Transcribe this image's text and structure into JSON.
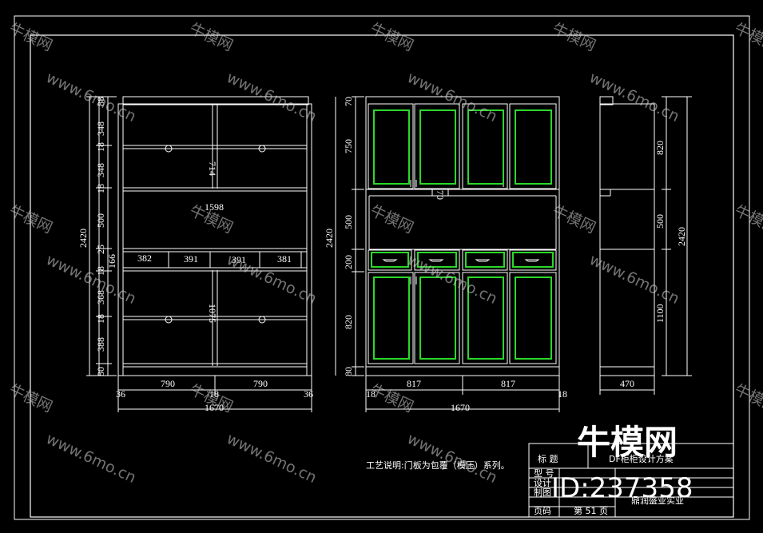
{
  "left_view": {
    "h_dims": {
      "total_height": "2420",
      "top": "88",
      "seg1": "348",
      "gap1": "18",
      "seg2": "348",
      "gap2": "18",
      "seg3": "500",
      "gap3": "25",
      "seg4": "166",
      "gap4": "18",
      "seg5": "368",
      "gap5": "18",
      "seg6": "388",
      "bottom": "80"
    },
    "inner_labels": {
      "upper_height": "714",
      "open_width": "1598",
      "lower_height": "1075",
      "drawer1": "382",
      "drawer2": "391",
      "drawer3": "391",
      "drawer4": "381"
    },
    "w_dims": {
      "side_left": "36",
      "bay_left": "790",
      "mid": "18",
      "bay_right": "790",
      "side_right": "36",
      "total_width": "1670"
    }
  },
  "front_view": {
    "h_dims": {
      "total_height": "2420",
      "top": "70",
      "upper": "750",
      "open": "500",
      "drawer": "200",
      "lower": "820",
      "bottom": "80"
    },
    "inner_labels": {
      "niche": "70"
    },
    "w_dims": {
      "side_left": "18",
      "bay_left": "817",
      "bay_right": "817",
      "side_right": "18",
      "total_width": "1670"
    }
  },
  "side_view": {
    "h_dims": {
      "upper": "820",
      "open": "500",
      "lower": "1100",
      "total_height": "2420"
    },
    "w_dims": {
      "depth": "470"
    }
  },
  "note": "工艺说明:门板为包覆（模压）系列。",
  "title_block": {
    "title_label": "标 题",
    "title_value": "DF柜柜设计方案",
    "row_model": "型 号",
    "row_design": "设计",
    "row_draw": "制图",
    "company": "鼎润盛业实业",
    "row_page": "页码",
    "page": "第 51 页"
  },
  "watermark": {
    "brand": "牛模网",
    "url": "www.6mo.cn",
    "big_brand": "牛模网",
    "id": "ID:237358"
  },
  "colors": {
    "line": "#ffffff",
    "door_panel": "#2bd82b",
    "background": "#000000",
    "frame": "#ffffff"
  }
}
